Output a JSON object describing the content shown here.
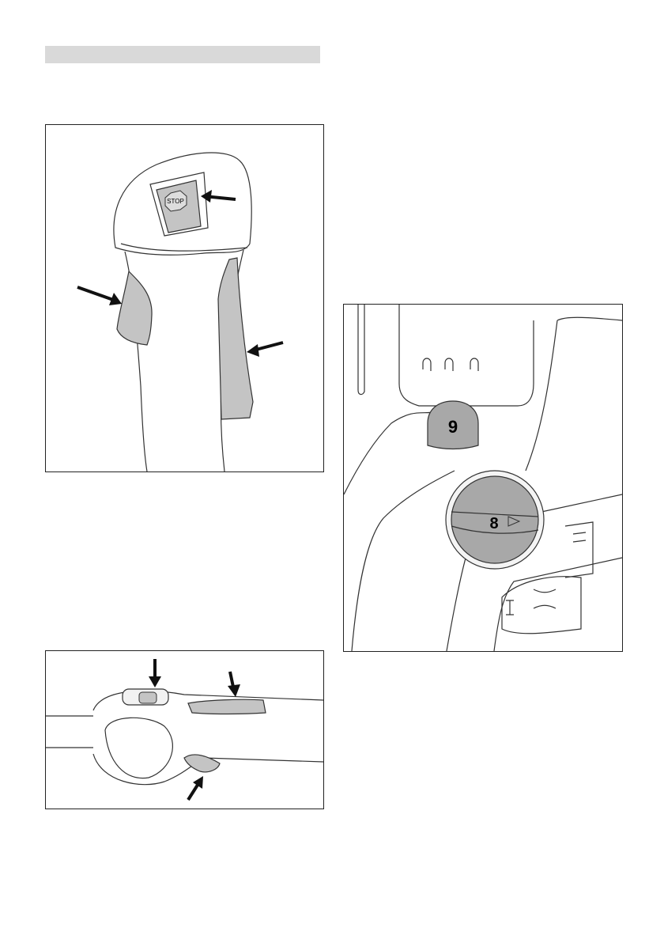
{
  "heading": {
    "text": ""
  },
  "figure_top_left": {
    "stop_label": "STOP",
    "fill_gray": "#c4c4c4",
    "arrow_count": 3
  },
  "figure_right": {
    "knob_label_9": "9",
    "knob_label_8": "8",
    "fill_gray": "#a8a8a8"
  },
  "figure_bottom_left": {
    "arrow_count": 3
  },
  "footer": {
    "text": ""
  }
}
